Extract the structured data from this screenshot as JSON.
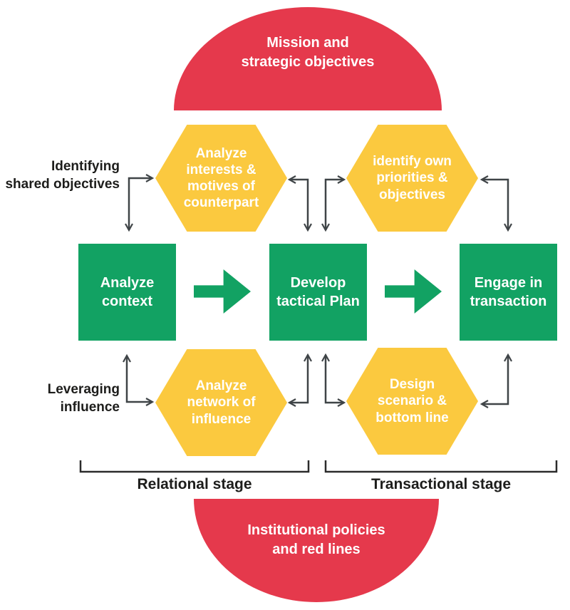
{
  "colors": {
    "red": "#e5394c",
    "yellow": "#fbc93f",
    "green": "#12a263",
    "connector": "#3f4447",
    "bracket": "#2b2b2b",
    "ink": "#1d1d1b",
    "white": "#ffffff"
  },
  "top_banner": {
    "label": "Mission and\nstrategic objectives"
  },
  "bottom_banner": {
    "label": "Institutional policies\nand red lines"
  },
  "side_labels": [
    {
      "label": "Identifying\nshared objectives"
    },
    {
      "label": "Leveraging\ninfluence"
    }
  ],
  "hexagons": [
    {
      "id": "analyze-interests",
      "label": "Analyze\ninterests &\nmotives of\ncounterpart"
    },
    {
      "id": "identify-priorities",
      "label": "identify own\npriorities &\nobjectives"
    },
    {
      "id": "analyze-network",
      "label": "Analyze\nnetwork of\ninfluence"
    },
    {
      "id": "design-scenario",
      "label": "Design\nscenario &\nbottom line"
    }
  ],
  "process_boxes": [
    {
      "id": "analyze-context",
      "label": "Analyze\ncontext"
    },
    {
      "id": "develop-plan",
      "label": "Develop\ntactical Plan"
    },
    {
      "id": "engage-transaction",
      "label": "Engage in\ntransaction"
    }
  ],
  "stages": [
    {
      "label": "Relational stage"
    },
    {
      "label": "Transactional stage"
    }
  ]
}
